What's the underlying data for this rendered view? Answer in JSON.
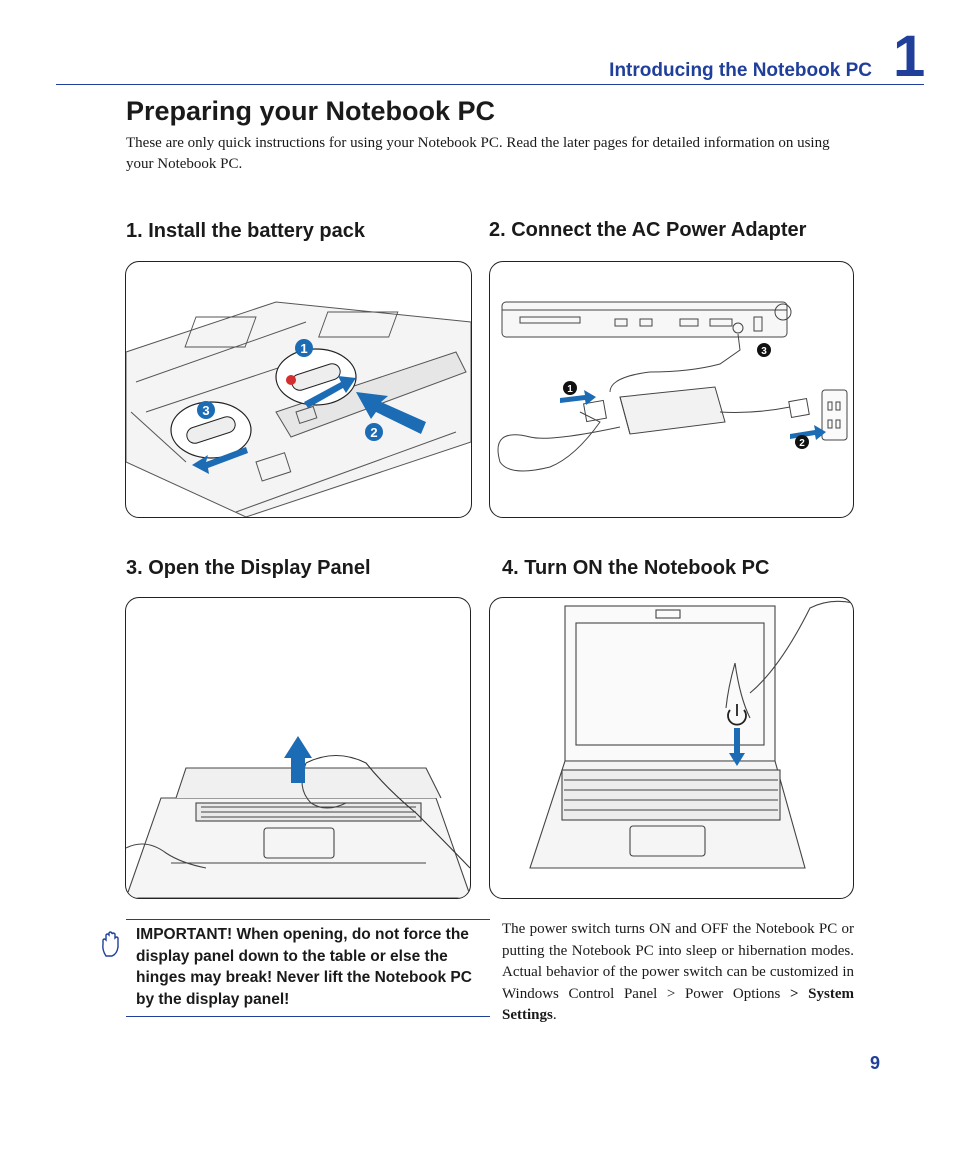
{
  "header": {
    "chapter_title": "Introducing the Notebook PC",
    "chapter_number": "1"
  },
  "page": {
    "title": "Preparing your Notebook PC",
    "intro": "These are only quick instructions for using your Notebook PC. Read the later pages for detailed information on using your Notebook PC.",
    "page_number": "9"
  },
  "steps": [
    {
      "title": "1. Install the battery pack",
      "callouts": [
        "1",
        "2",
        "3"
      ]
    },
    {
      "title": "2. Connect the AC Power Adapter",
      "callouts": [
        "1",
        "2",
        "3"
      ]
    },
    {
      "title": "3. Open the Display Panel"
    },
    {
      "title": "4. Turn ON the Notebook PC"
    }
  ],
  "important": {
    "text": "IMPORTANT!  When opening, do not force the display panel down to the table or else the hinges may break! Never lift the Notebook PC by the display panel!",
    "icon": "hand-icon"
  },
  "power_note": {
    "text_before": "The power switch turns ON and OFF the Notebook PC or putting the Notebook PC into sleep or hibernation modes. Actual behavior of the power switch can be customized in Windows Control Panel > Power Options ",
    "text_bold": "> System Settings",
    "text_after": "."
  },
  "colors": {
    "accent": "#1f3f9b",
    "arrow": "#1c6bb5",
    "text": "#1a1a1a"
  }
}
